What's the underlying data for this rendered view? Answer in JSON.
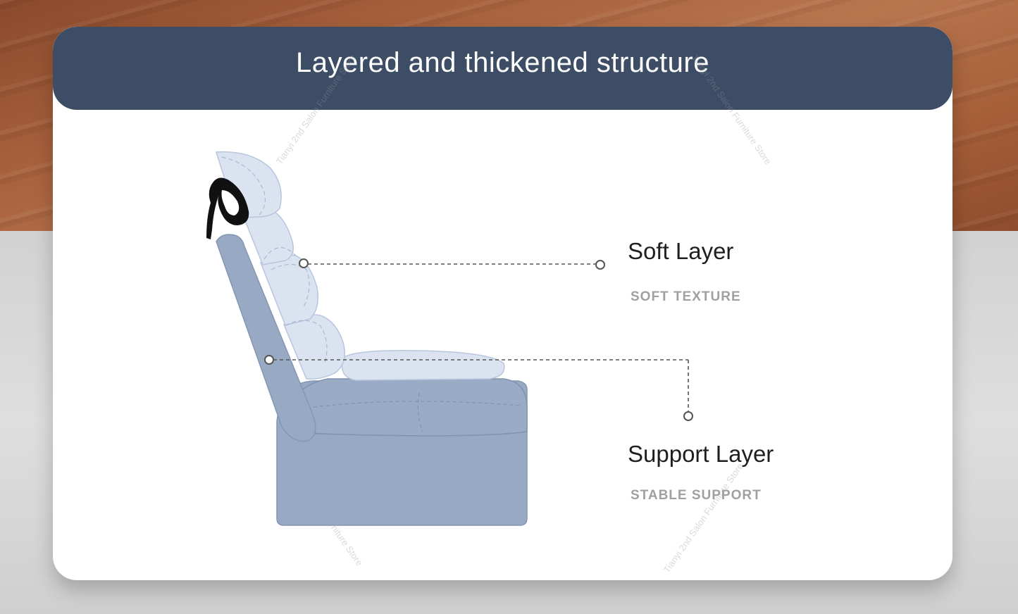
{
  "title": "Layered and thickened structure",
  "layers": [
    {
      "name": "Soft Layer",
      "subtitle": "SOFT TEXTURE"
    },
    {
      "name": "Support Layer",
      "subtitle": "STABLE SUPPORT"
    }
  ],
  "watermark": "Tianyi 2nd Salon Furniture Store",
  "colors": {
    "header": "#3d4d66",
    "soft_layer": "#dbe3f1",
    "support_layer": "#98a9c4",
    "head_pillow_outline": "#111111"
  }
}
